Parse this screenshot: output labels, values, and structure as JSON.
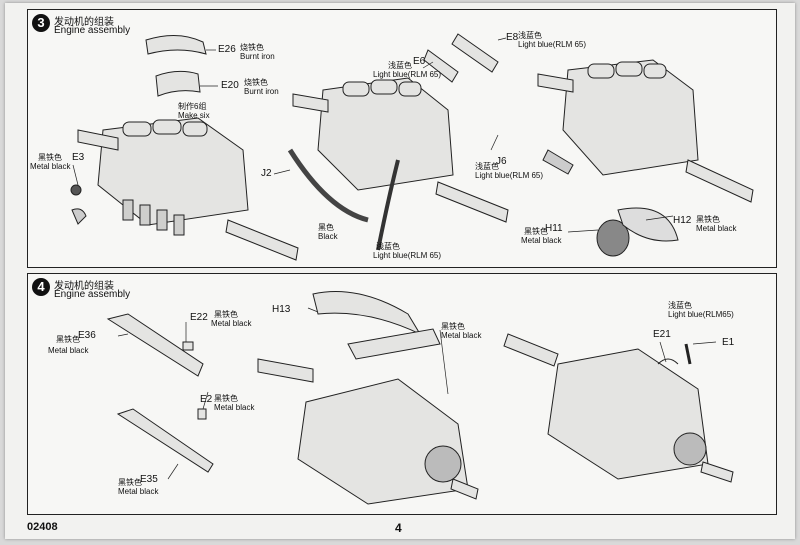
{
  "footer": {
    "kit_code": "02408",
    "page_number": "4"
  },
  "step3": {
    "number": "3",
    "title_cn": "发动机的组装",
    "title_en": "Engine assembly",
    "labels": {
      "e26": {
        "code": "E26",
        "cn": "烧铁色",
        "en": "Burnt iron"
      },
      "e20": {
        "code": "E20",
        "cn": "烧铁色",
        "en": "Burnt iron"
      },
      "make_six": {
        "cn": "制作6组",
        "en": "Make six"
      },
      "e3": {
        "code": "E3",
        "cn": "黑铁色",
        "en": "Metal black"
      },
      "e6": {
        "code": "E6",
        "cn": "浅蓝色",
        "en": "Light blue(RLM 65)"
      },
      "e8": {
        "code": "E8",
        "cn": "浅蓝色",
        "en": "Light blue(RLM 65)"
      },
      "j2": {
        "code": "J2",
        "cn": "黑色",
        "en": "Black"
      },
      "pipe": {
        "cn": "浅蓝色",
        "en": "Light blue(RLM 65)"
      },
      "j6": {
        "code": "J6",
        "cn": "浅蓝色",
        "en": "Light blue(RLM 65)"
      },
      "h11": {
        "code": "H11",
        "cn": "黑铁色",
        "en": "Metal black"
      },
      "h12": {
        "code": "H12",
        "cn": "黑铁色",
        "en": "Metal black"
      }
    }
  },
  "step4": {
    "number": "4",
    "title_cn": "发动机的组装",
    "title_en": "Engine assembly",
    "labels": {
      "e22": {
        "code": "E22",
        "cn": "黑铁色",
        "en": "Metal black"
      },
      "e36": {
        "code": "E36",
        "cn": "黑铁色",
        "en": "Metal black"
      },
      "e2": {
        "code": "E2",
        "cn": "黑铁色",
        "en": "Metal black"
      },
      "e35": {
        "code": "E35",
        "cn": "黑铁色",
        "en": "Metal black"
      },
      "h13": {
        "code": "H13",
        "cn": "黑铁色",
        "en": "Metal black"
      },
      "e21": {
        "code": "E21"
      },
      "e1": {
        "code": "E1",
        "cn": "浅蓝色",
        "en": "Light blue(RLM65)"
      }
    }
  }
}
